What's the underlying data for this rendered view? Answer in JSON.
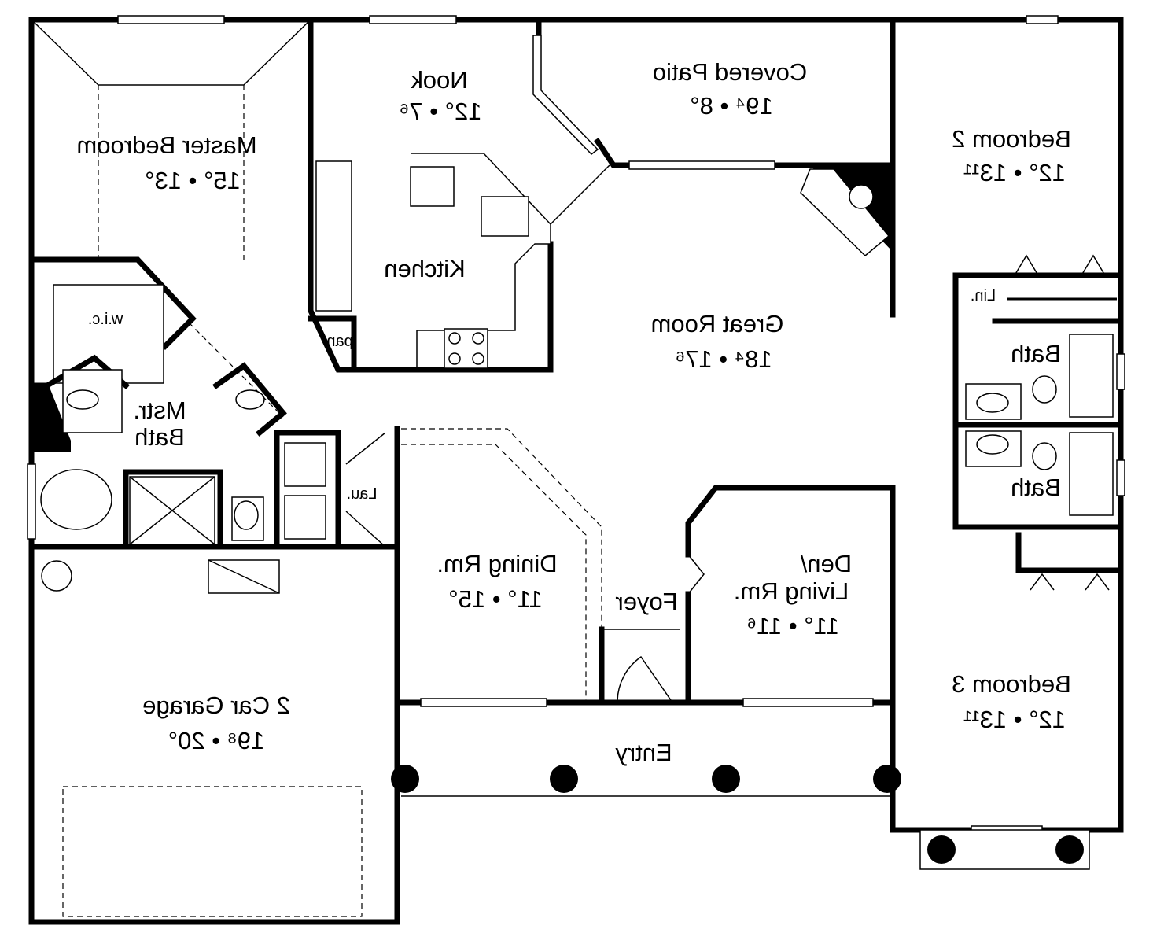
{
  "rooms": {
    "master_bedroom": {
      "name": "Master Bedroom",
      "dims": "15° • 13°"
    },
    "nook": {
      "name": "Nook",
      "dims": "12° • 7⁶"
    },
    "covered_patio": {
      "name": "Covered Patio",
      "dims": "19⁴ • 8°"
    },
    "bedroom2": {
      "name": "Bedroom 2",
      "dims": "12° • 13¹¹"
    },
    "kitchen": {
      "name": "Kitchen"
    },
    "wic": {
      "name": "w.i.c."
    },
    "pan": {
      "name": "pan"
    },
    "great_room": {
      "name": "Great Room",
      "dims": "18⁴ • 17⁶"
    },
    "lin": {
      "name": "Lin."
    },
    "bath_upper": {
      "name": "Bath"
    },
    "mstr_bath": {
      "name_line1": "Mstr.",
      "name_line2": "Bath"
    },
    "lau": {
      "name": "Lau."
    },
    "bath_lower": {
      "name": "Bath"
    },
    "dining": {
      "name": "Dining Rm.",
      "dims": "11° • 15°"
    },
    "den": {
      "name_line1": "Den/",
      "name_line2": "Living Rm.",
      "dims": "11° • 11⁶"
    },
    "foyer": {
      "name": "Foyer"
    },
    "garage": {
      "name": "2 Car Garage",
      "dims": "19⁸ • 20°"
    },
    "bedroom3": {
      "name": "Bedroom 3",
      "dims": "12° • 13¹¹"
    },
    "entry": {
      "name": "Entry"
    }
  },
  "style": {
    "line_color": "#000000",
    "background": "#ffffff"
  }
}
